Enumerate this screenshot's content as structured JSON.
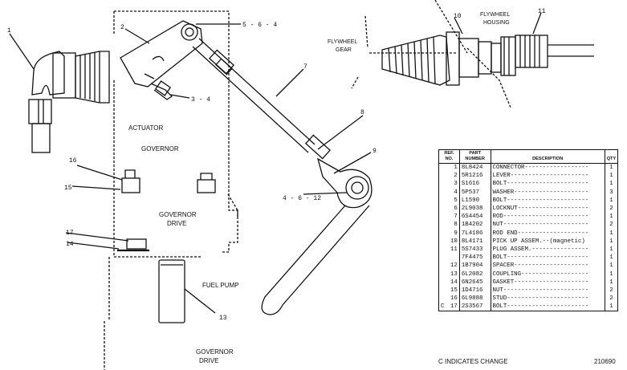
{
  "labels": {
    "actuator": "ACTUATOR",
    "governor": "GOVERNOR",
    "governor_drive_1": "GOVERNOR",
    "governor_drive_1b": "DRIVE",
    "fuel_pump": "FUEL PUMP",
    "governor_drive_2": "GOVERNOR",
    "governor_drive_2b": "DRIVE",
    "flywheel_housing_1": "FLYWHEEL",
    "flywheel_housing_2": "HOUSING",
    "flywheel_gear_1": "FLYWHEEL",
    "flywheel_gear_2": "GEAR"
  },
  "callouts": {
    "c1": "1",
    "c2": "2",
    "c3": "3 - 4",
    "c5": "5 - 6 - 4",
    "c7": "7",
    "c8": "8",
    "c9": "9",
    "c4612": "4 - 6 - 12",
    "c10": "10",
    "c11": "11",
    "c13": "13",
    "c14": "14",
    "c15": "15",
    "c16": "16",
    "c17": "17"
  },
  "table": {
    "headers": {
      "ref": "REF. NO.",
      "part": "PART NUMBER",
      "desc": "DESCRIPTION",
      "qty": "QTY"
    },
    "rows": [
      {
        "c": "",
        "ref": "1",
        "pn": "8L8424",
        "desc": "CONNECTOR------------------",
        "qty": "1"
      },
      {
        "c": "",
        "ref": "2",
        "pn": "5R1216",
        "desc": "LEVER----------------------",
        "qty": "1"
      },
      {
        "c": "",
        "ref": "3",
        "pn": "S1616",
        "desc": "BOLT-----------------------",
        "qty": "1"
      },
      {
        "c": "",
        "ref": "4",
        "pn": "5P537",
        "desc": "WASHER---------------------",
        "qty": "3"
      },
      {
        "c": "",
        "ref": "5",
        "pn": "L1590",
        "desc": "BOLT-----------------------",
        "qty": "1"
      },
      {
        "c": "",
        "ref": "6",
        "pn": "2L9038",
        "desc": "LOCKNUT--------------------",
        "qty": "2"
      },
      {
        "c": "",
        "ref": "7",
        "pn": "6S4454",
        "desc": "ROD------------------------",
        "qty": "1"
      },
      {
        "c": "",
        "ref": "8",
        "pn": "1B4202",
        "desc": "NUT------------------------",
        "qty": "2"
      },
      {
        "c": "",
        "ref": "9",
        "pn": "7L4186",
        "desc": "ROD END--------------------",
        "qty": "1"
      },
      {
        "c": "",
        "ref": "10",
        "pn": "8L4171",
        "desc": "PICK UP ASSEM.--(magnetic)",
        "qty": "1"
      },
      {
        "c": "",
        "ref": "11",
        "pn": "5S7433",
        "desc": "PLUG ASSEM.----------------",
        "qty": "1"
      },
      {
        "c": "",
        "ref": "",
        "pn": "7F4475",
        "desc": "BOLT-----------------------",
        "qty": "1"
      },
      {
        "c": "",
        "ref": "12",
        "pn": "1B7904",
        "desc": "SPACER---------------------",
        "qty": "1"
      },
      {
        "c": "",
        "ref": "13",
        "pn": "6L2082",
        "desc": "COUPLING-------------------",
        "qty": "1"
      },
      {
        "c": "",
        "ref": "14",
        "pn": "6N2645",
        "desc": "GASKET---------------------",
        "qty": "1"
      },
      {
        "c": "",
        "ref": "15",
        "pn": "1D4716",
        "desc": "NUT------------------------",
        "qty": "2"
      },
      {
        "c": "",
        "ref": "16",
        "pn": "6L9888",
        "desc": "STUD-----------------------",
        "qty": "2"
      },
      {
        "c": "C",
        "ref": "17",
        "pn": "2S3567",
        "desc": "BOLT-----------------------",
        "qty": "1"
      }
    ]
  },
  "footer": {
    "note": "C INDICATES CHANGE",
    "drawing_number": "210690"
  }
}
